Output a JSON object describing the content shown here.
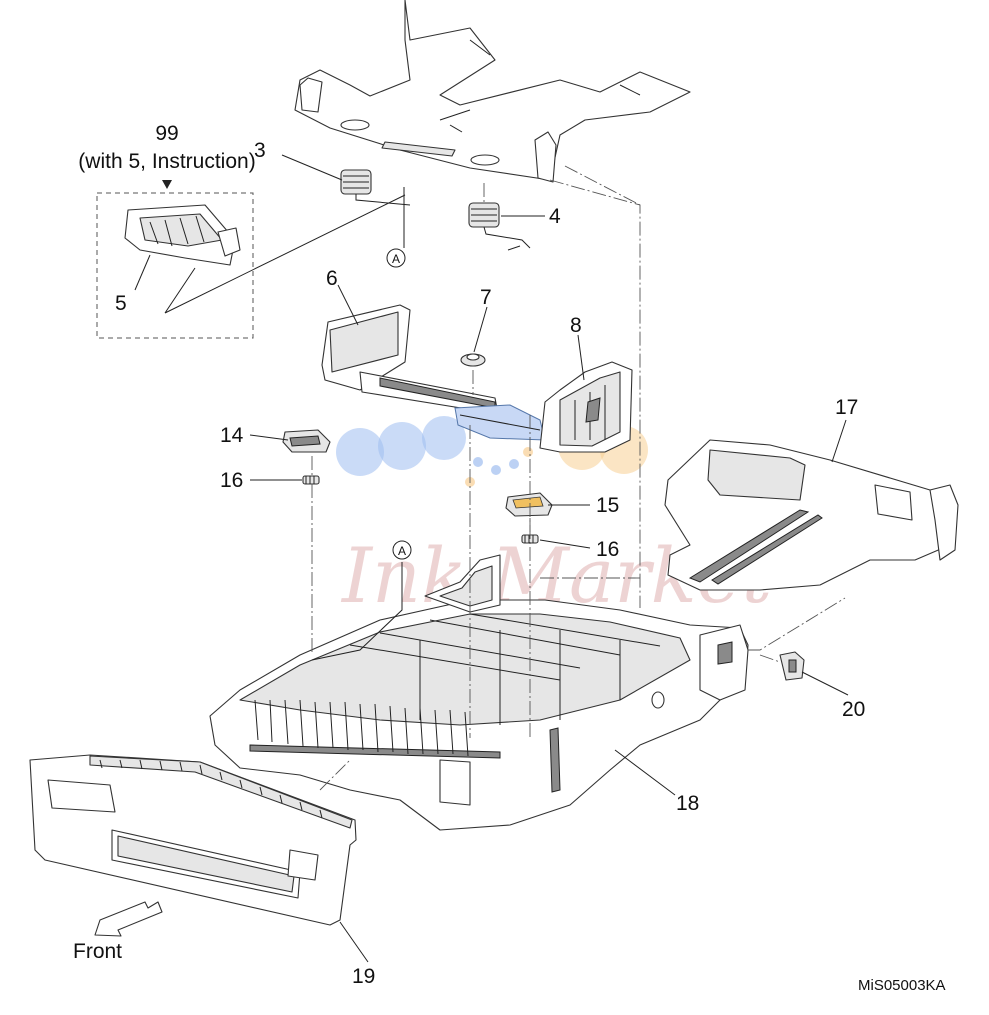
{
  "callouts": {
    "c3": "3",
    "c4": "4",
    "c5": "5",
    "c6": "6",
    "c7": "7",
    "c8": "8",
    "c14": "14",
    "c15": "15",
    "c16a": "16",
    "c16b": "16",
    "c17": "17",
    "c18": "18",
    "c19": "19",
    "c20": "20",
    "c99": "99"
  },
  "kit_note": "(with 5, Instruction)",
  "ref_marker": "A",
  "front_label": "Front",
  "figure_code": "MiS05003KA",
  "watermark_text": "Ink Market",
  "colors": {
    "line": "#333333",
    "watermark": "#d9a0a0",
    "dot_blue": "#6f9be0",
    "dot_orange": "#f5b86a"
  }
}
